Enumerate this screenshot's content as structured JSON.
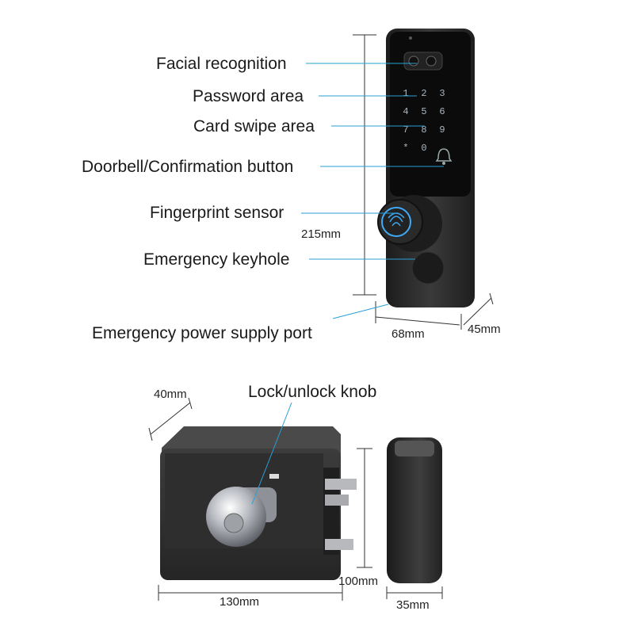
{
  "callouts": {
    "facial": "Facial recognition",
    "password": "Password area",
    "card": "Card swipe area",
    "doorbell": "Doorbell/Confirmation button",
    "fingerprint": "Fingerprint sensor",
    "keyhole": "Emergency keyhole",
    "power_port": "Emergency power supply port",
    "knob": "Lock/unlock knob"
  },
  "dimensions": {
    "panel_height": "215mm",
    "panel_width": "68mm",
    "panel_depth": "45mm",
    "lock_depth": "40mm",
    "lock_height": "100mm",
    "lock_width": "130mm",
    "strike_width": "35mm"
  },
  "keypad": [
    "1",
    "2",
    "3",
    "4",
    "5",
    "6",
    "7",
    "8",
    "9",
    "*",
    "0"
  ],
  "colors": {
    "leader": "#2a9fd6",
    "body": "#2b2b2b",
    "screen": "#0d0d0d",
    "fingerprint": "#3fa9f5"
  }
}
